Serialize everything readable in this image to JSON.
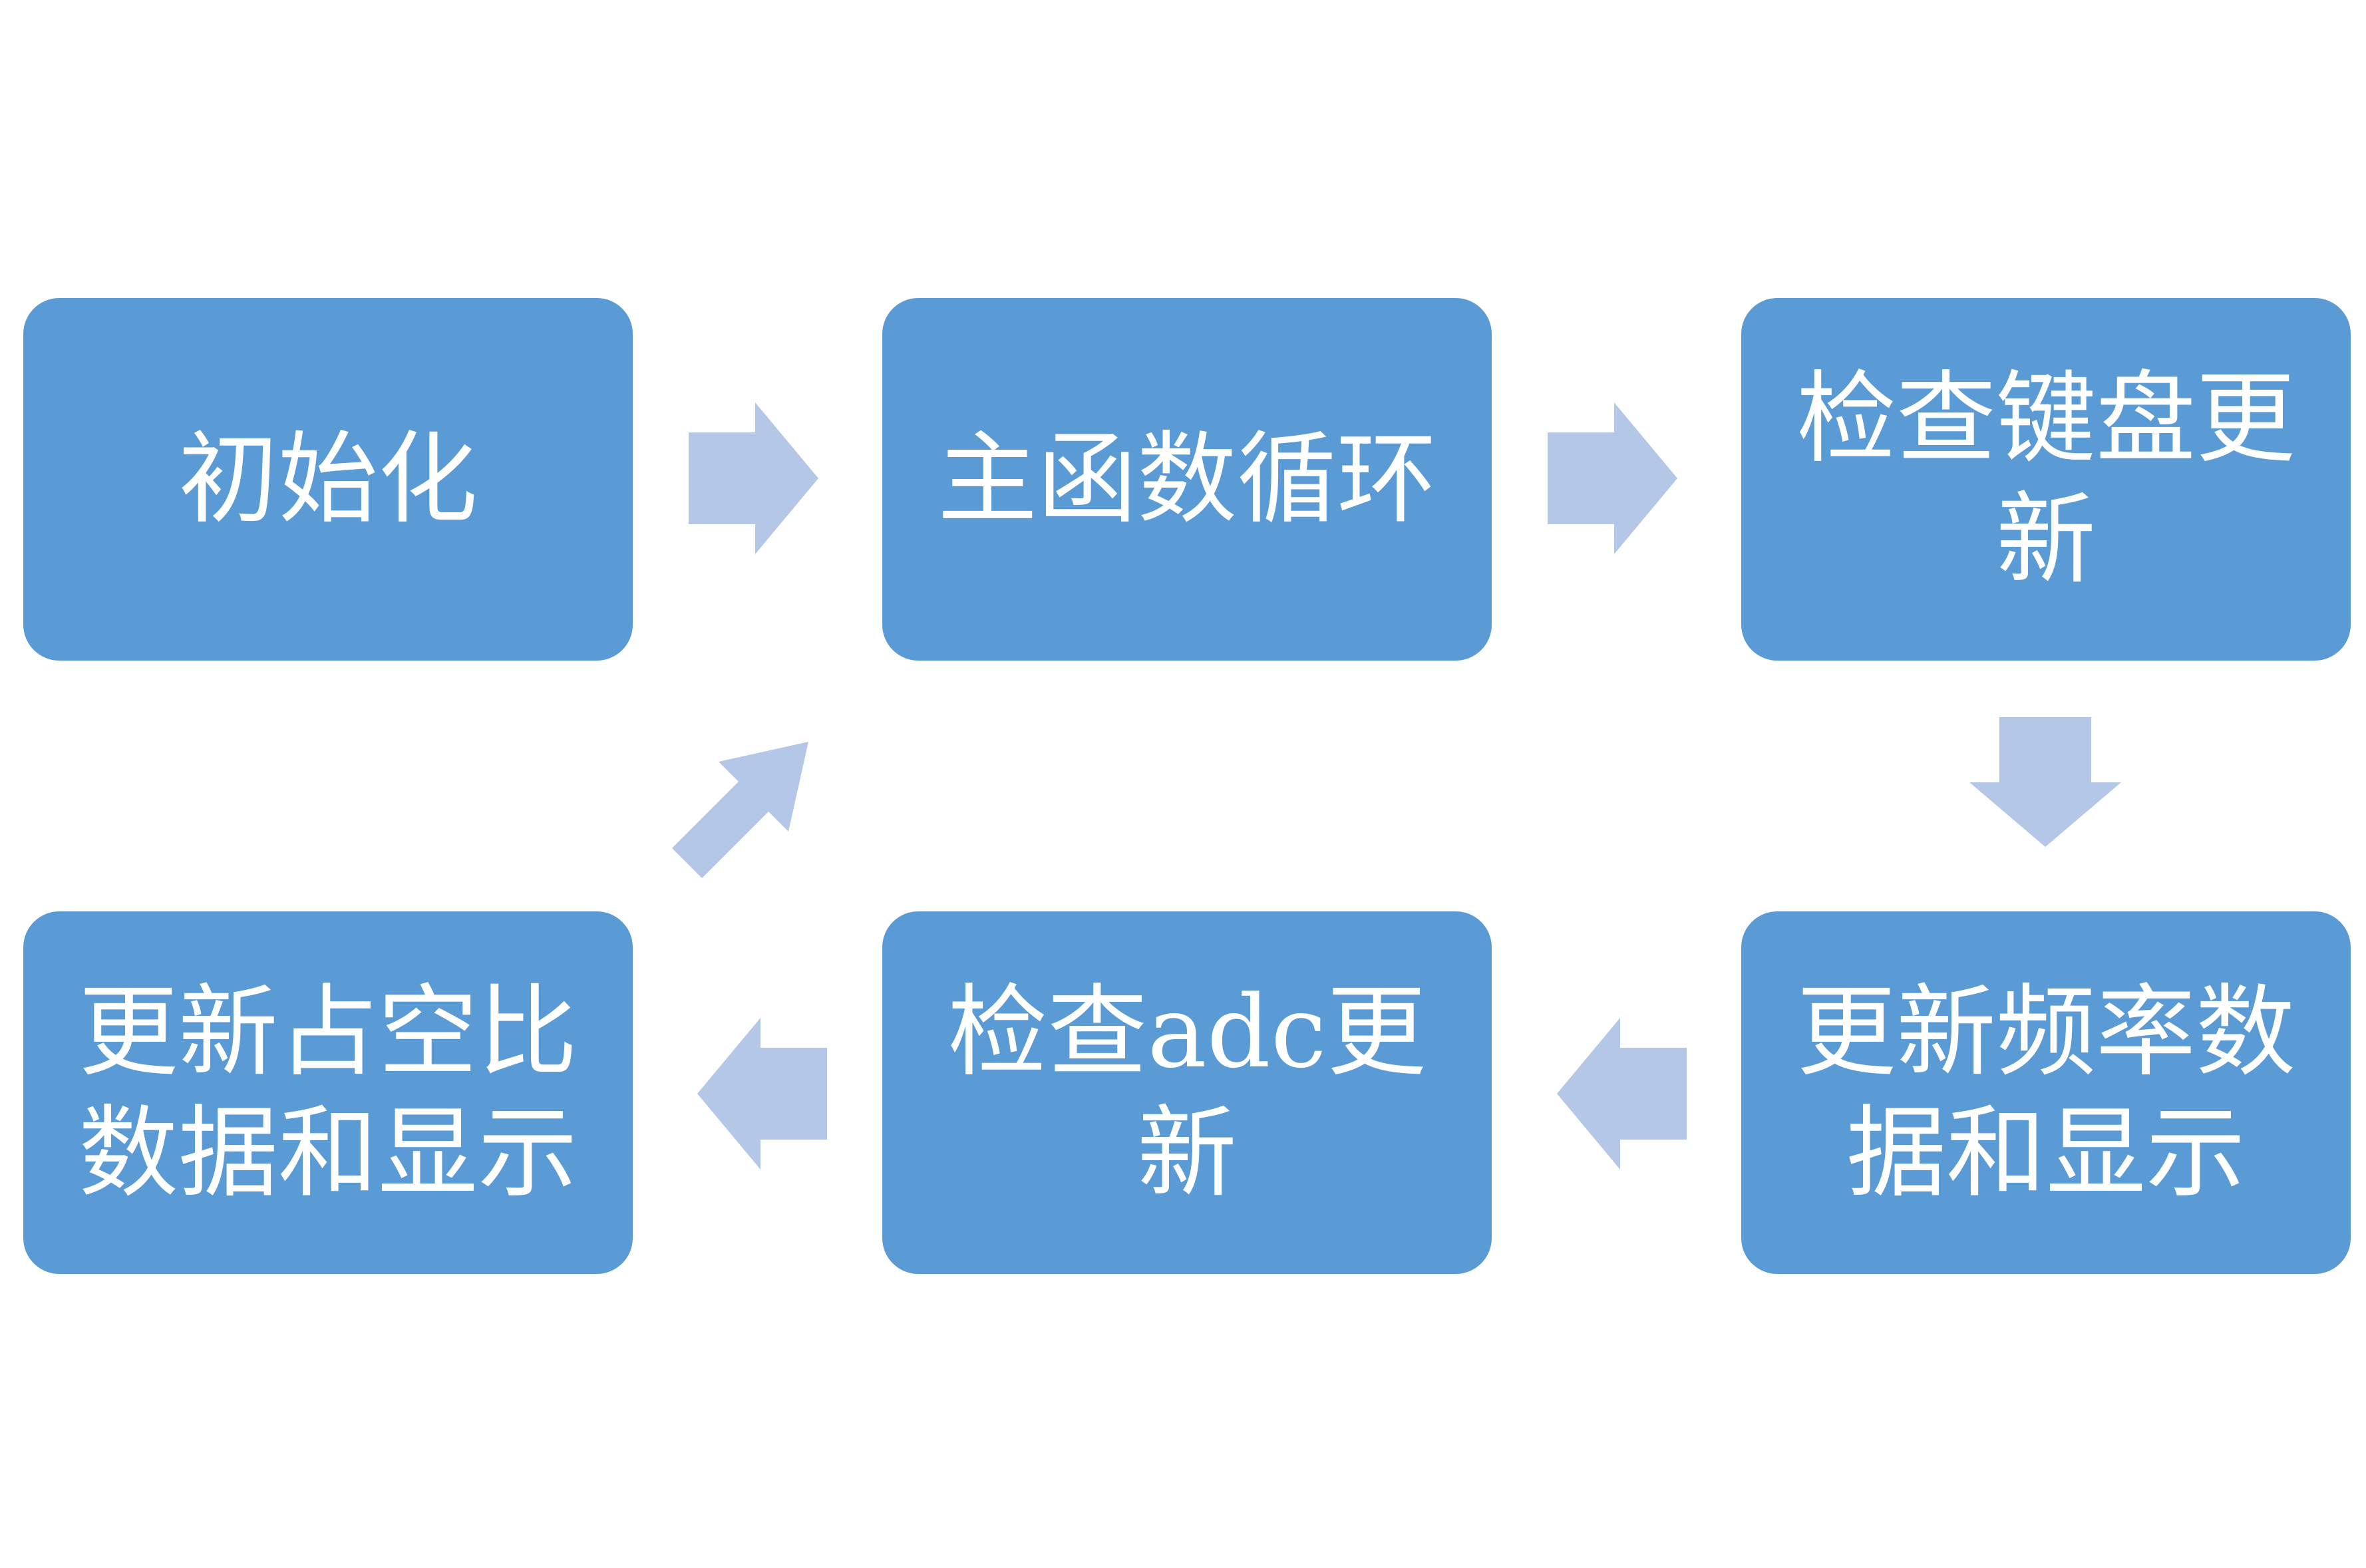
{
  "diagram": {
    "steps": [
      {
        "id": "init",
        "label": "初始化"
      },
      {
        "id": "main-loop",
        "label": "主函数循环"
      },
      {
        "id": "check-keyboard",
        "label": "检查键盘更新"
      },
      {
        "id": "update-frequency",
        "label": "更新频率数据和显示"
      },
      {
        "id": "check-adc",
        "label": "检查adc更新"
      },
      {
        "id": "update-duty",
        "label": "更新占空比数据和显示"
      }
    ],
    "flow": [
      [
        "init",
        "main-loop"
      ],
      [
        "main-loop",
        "check-keyboard"
      ],
      [
        "check-keyboard",
        "update-frequency"
      ],
      [
        "update-frequency",
        "check-adc"
      ],
      [
        "check-adc",
        "update-duty"
      ],
      [
        "update-duty",
        "main-loop"
      ]
    ],
    "colors": {
      "box": "#5b9bd5",
      "arrow": "#b4c7e7",
      "text": "#ffffff"
    }
  }
}
